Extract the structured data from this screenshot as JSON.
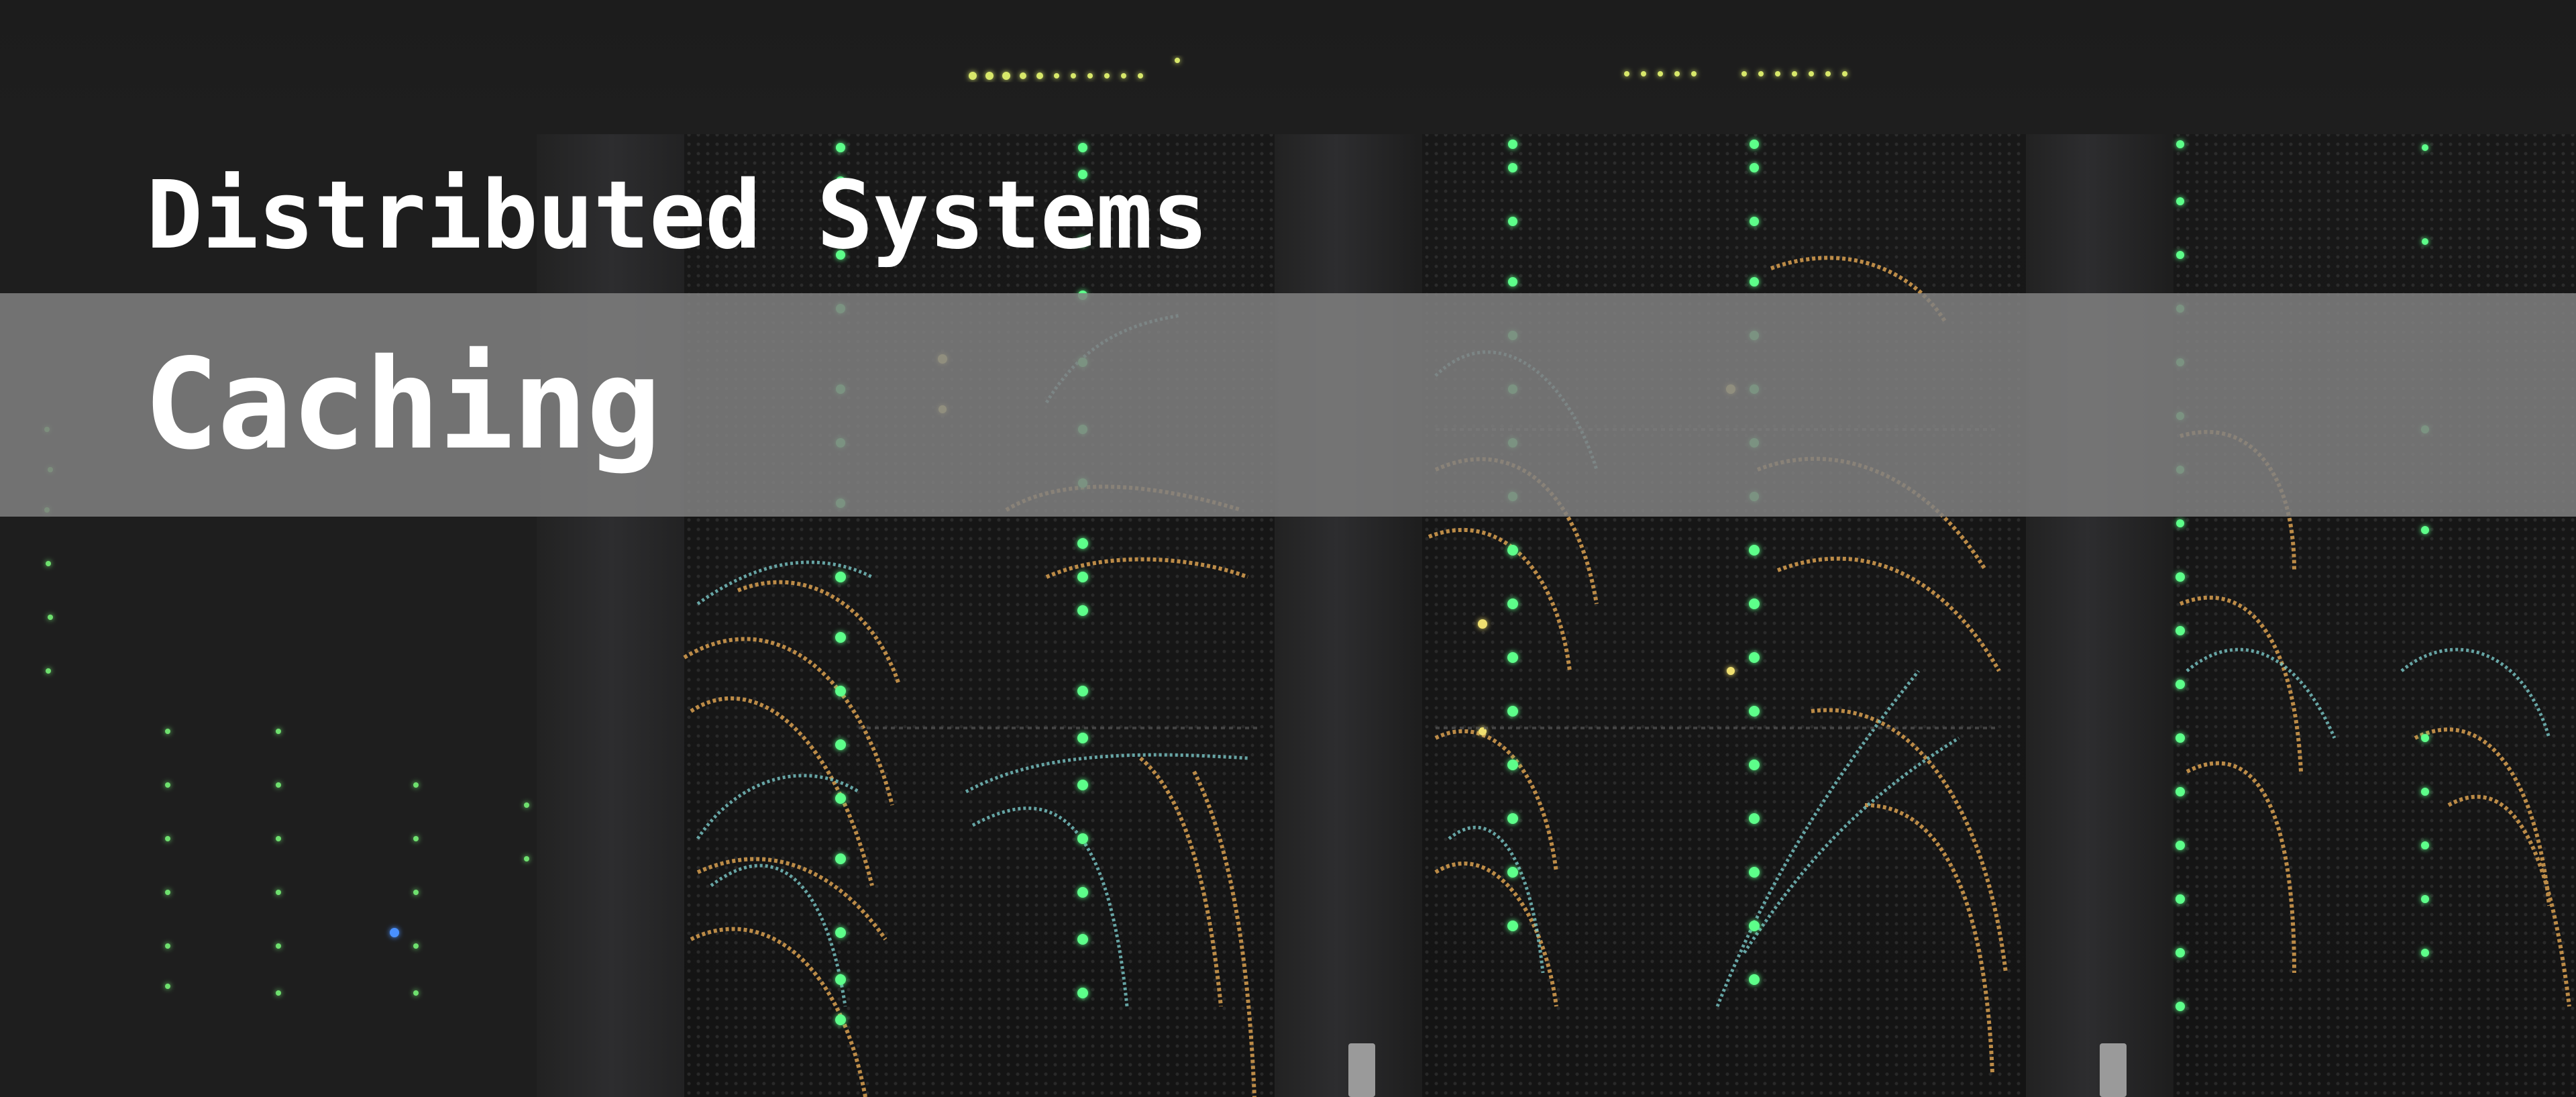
{
  "banner": {
    "title": "Distributed Systems",
    "subtitle": "Caching",
    "colors": {
      "background": "#1e1e1e",
      "band": "#808080",
      "text": "#ffffff",
      "led_green": "#5dff8a",
      "cable_orange": "#d9a050",
      "cable_teal": "#7ac8c8"
    },
    "background_image": "server-racks-photo"
  }
}
